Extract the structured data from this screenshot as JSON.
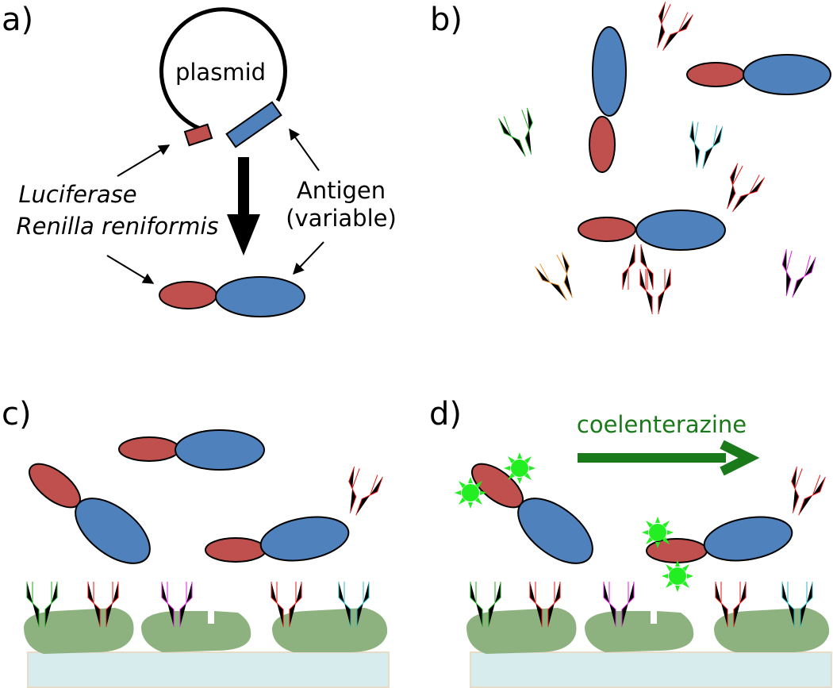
{
  "panels": {
    "a": {
      "letter": "a)",
      "plasmid_label": "plasmid",
      "luciferase_label_line1": "Luciferase",
      "luciferase_label_line2": "Renilla reniformis",
      "antigen_label_line1": "Antigen",
      "antigen_label_line2": "(variable)"
    },
    "b": {
      "letter": "b)"
    },
    "c": {
      "letter": "c)"
    },
    "d": {
      "letter": "d)",
      "substrate_label": "coelenterazine"
    }
  },
  "colors": {
    "luciferase": "#c0504d",
    "antigen": "#4f81bd",
    "antibody_red": "#ee1111",
    "antibody_green": "#1aa81a",
    "antibody_cyan": "#29b8c4",
    "antibody_orange": "#f0952a",
    "antibody_magenta": "#e01ee0",
    "bead": "#8db27f",
    "plate": "#d7ecec",
    "light_emission": "#22ee22",
    "arrow_green": "#1a7a1a"
  }
}
